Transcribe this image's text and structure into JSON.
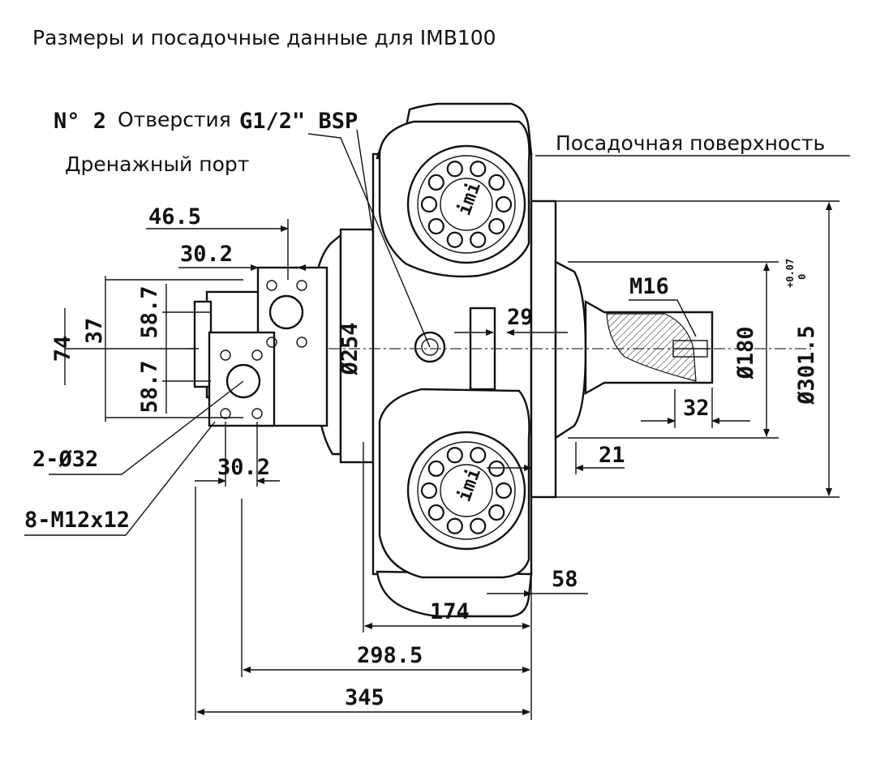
{
  "title": "Размеры и посадочные данные для IMB100",
  "labels": {
    "ports_prefix": "N° 2",
    "ports_word": "Отверстия",
    "ports_thread": "G1/2\" BSP",
    "drain_port": "Дренажный порт",
    "mounting_surface": "Посадочная поверхность",
    "holes_diameter": "2-Ø32",
    "threaded_holes": "8-M12x12",
    "logo_text": "imi"
  },
  "dimensions": {
    "d46_5": "46.5",
    "d30_2_top": "30.2",
    "d30_2_bottom": "30.2",
    "d58_7_top": "58.7",
    "d58_7_bottom": "58.7",
    "d37": "37",
    "d74": "74",
    "d254": "Ø254",
    "d29": "29",
    "m16": "M16",
    "d180": "Ø180",
    "d301_5": "Ø301.5",
    "d301_5_tol_upper": "+0.07",
    "d301_5_tol_lower": "0",
    "d32": "32",
    "d21": "21",
    "d58": "58",
    "d174": "174",
    "d298_5": "298.5",
    "d345": "345"
  }
}
